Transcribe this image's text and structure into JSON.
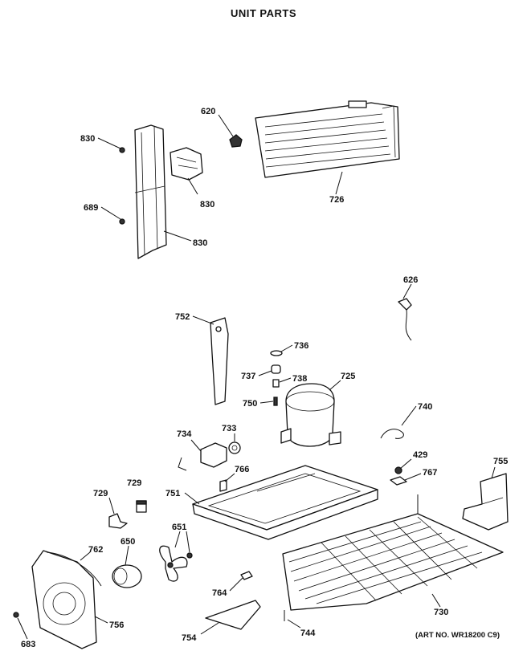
{
  "title": "UNIT PARTS",
  "art_number": "(ART NO. WR18200 C9)",
  "callouts": [
    {
      "id": "c830a",
      "label": "830"
    },
    {
      "id": "c689",
      "label": "689"
    },
    {
      "id": "c830b",
      "label": "830"
    },
    {
      "id": "c830c",
      "label": "830"
    },
    {
      "id": "c620",
      "label": "620"
    },
    {
      "id": "c726",
      "label": "726"
    },
    {
      "id": "c626",
      "label": "626"
    },
    {
      "id": "c752",
      "label": "752"
    },
    {
      "id": "c736",
      "label": "736"
    },
    {
      "id": "c737",
      "label": "737"
    },
    {
      "id": "c738",
      "label": "738"
    },
    {
      "id": "c725",
      "label": "725"
    },
    {
      "id": "c750",
      "label": "750"
    },
    {
      "id": "c740",
      "label": "740"
    },
    {
      "id": "c734",
      "label": "734"
    },
    {
      "id": "c733",
      "label": "733"
    },
    {
      "id": "c766",
      "label": "766"
    },
    {
      "id": "c429",
      "label": "429"
    },
    {
      "id": "c767",
      "label": "767"
    },
    {
      "id": "c755",
      "label": "755"
    },
    {
      "id": "c729",
      "label": "729"
    },
    {
      "id": "c729b",
      "label": "729"
    },
    {
      "id": "c751",
      "label": "751"
    },
    {
      "id": "c651",
      "label": "651"
    },
    {
      "id": "c650",
      "label": "650"
    },
    {
      "id": "c762",
      "label": "762"
    },
    {
      "id": "c764",
      "label": "764"
    },
    {
      "id": "c730",
      "label": "730"
    },
    {
      "id": "c756",
      "label": "756"
    },
    {
      "id": "c754",
      "label": "754"
    },
    {
      "id": "c744",
      "label": "744"
    },
    {
      "id": "c683",
      "label": "683"
    }
  ]
}
